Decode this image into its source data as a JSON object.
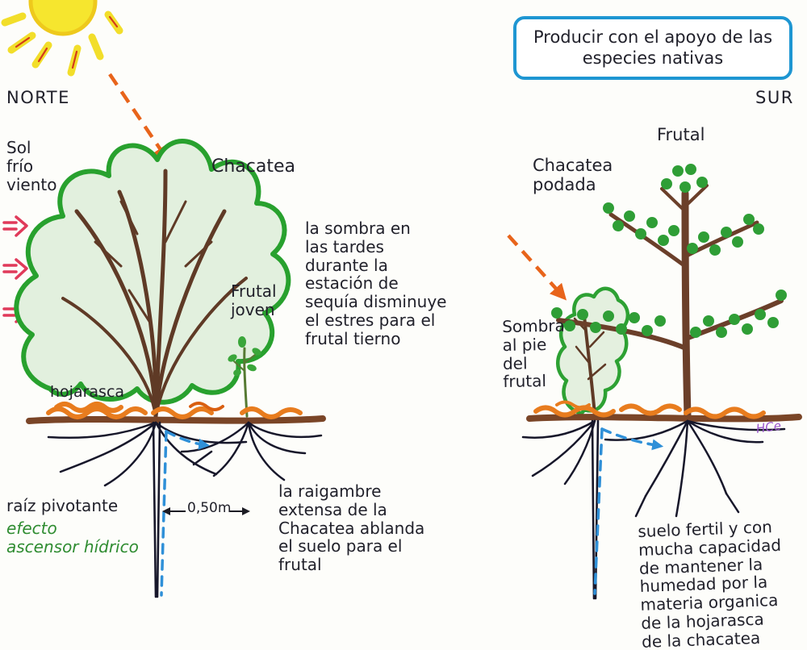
{
  "title": "Producir con el apoyo de las\nespecies nativas",
  "compass": {
    "north": "NORTE",
    "south": "SUR"
  },
  "left": {
    "climate": "Sol\nfrío\nviento",
    "chacatea": "Chacatea",
    "frutal_joven": "Frutal\njoven",
    "shade_note": "la sombra en\nlas tardes\ndurante la\nestación de\nsequía disminuye\nel estres para el\nfrutal tierno",
    "hojarasca": "hojarasca",
    "taproot": "raíz pivotante",
    "taproot_effect": "efecto\nascensor hídrico",
    "measure": "0,50m",
    "raigambre_note": "la raigambre\nextensa de la\nChacatea ablanda\nel suelo para el\nfrutal"
  },
  "right": {
    "frutal": "Frutal",
    "chacatea_podada": "Chacatea\npodada",
    "sombra_note": "Sombra\nal pie\ndel\nfrutal",
    "soil_note": "suelo fertil y con\nmucha capacidad\nde mantener la\nhumedad por la\nmateria organica\nde la hojarasca\nde la chacatea",
    "signature": "HCe"
  },
  "colors": {
    "foliage_green": "#28a12e",
    "hojarasca_orange": "#e87c1e",
    "water_blue": "#2f90d8",
    "trunk_brown": "#6b3f2a",
    "sun_yellow": "#f6e62e",
    "wind_red": "#e03a5a",
    "box_blue": "#1e96d2",
    "signature_purple": "#9a55cc"
  }
}
